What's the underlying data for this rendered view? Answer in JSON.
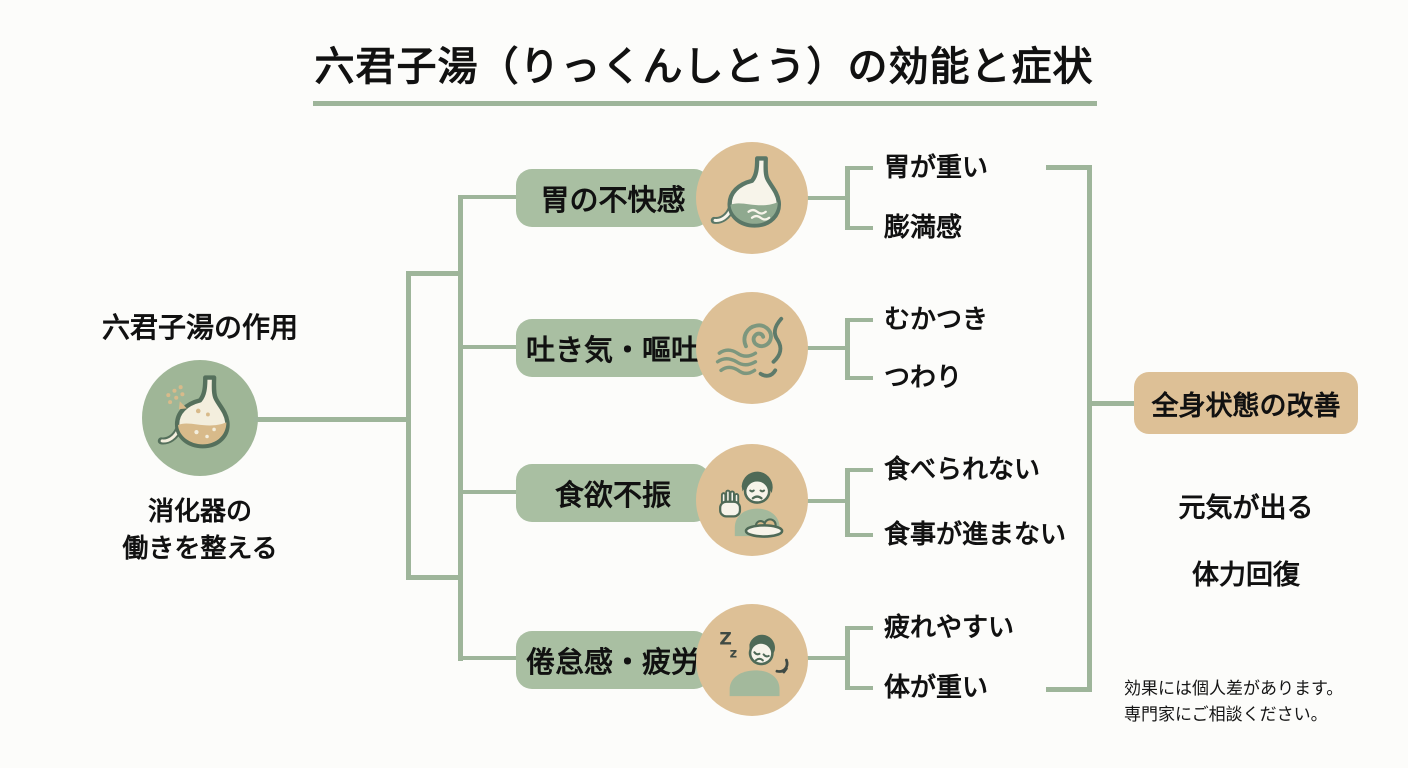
{
  "title": "六君子湯（りっくんしとう）の効能と症状",
  "source": {
    "label": "六君子湯の作用",
    "icon": "stomach-icon",
    "caption_line1": "消化器の",
    "caption_line2": "働きを整える"
  },
  "branches": [
    {
      "label": "胃の不快感",
      "icon": "stomach-discomfort-icon",
      "symptoms": [
        "胃が重い",
        "膨満感"
      ]
    },
    {
      "label": "吐き気・嘔吐",
      "icon": "nausea-icon",
      "symptoms": [
        "むかつき",
        "つわり"
      ]
    },
    {
      "label": "食欲不振",
      "icon": "appetite-loss-icon",
      "symptoms": [
        "食べられない",
        "食事が進まない"
      ]
    },
    {
      "label": "倦怠感・疲労",
      "icon": "fatigue-icon",
      "symptoms": [
        "疲れやすい",
        "体が重い"
      ]
    }
  ],
  "result": {
    "box_label": "全身状態の改善",
    "effects": [
      "元気が出る",
      "体力回復"
    ]
  },
  "disclaimer": {
    "line1": "効果には個人差があります。",
    "line2": "専門家にご相談ください。"
  },
  "colors": {
    "sage_green": "#a9bfa2",
    "connector_line": "#9eb59a",
    "tan": "#ddc096",
    "icon_outline": "#55705c",
    "text": "#111111",
    "background": "#fcfcfa"
  }
}
